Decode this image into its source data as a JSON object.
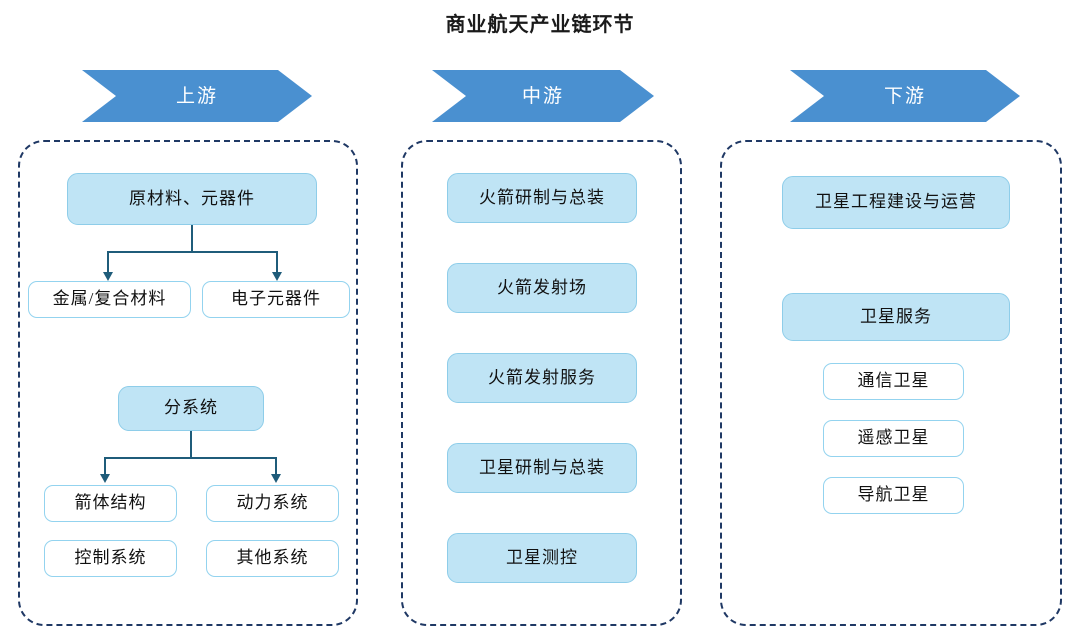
{
  "title": "商业航天产业链环节",
  "theme": {
    "banner_fill": "#4a90d0",
    "banner_text": "#ffffff",
    "node_fill": "#bfe4f5",
    "node_fill_border": "#8ecde9",
    "node_outline_border": "#93d3ef",
    "node_outline_fill": "#ffffff",
    "container_border": "#1f3864",
    "connector": "#1f5c7a",
    "title_color": "#1a1a1a",
    "background": "#ffffff"
  },
  "stages": [
    {
      "id": "upstream",
      "banner_label": "上游",
      "nodes": [
        {
          "id": "raw-materials",
          "label": "原材料、元器件",
          "style": "filled"
        },
        {
          "id": "metal-composite",
          "label": "金属/复合材料",
          "style": "outline"
        },
        {
          "id": "electronic-components",
          "label": "电子元器件",
          "style": "outline"
        },
        {
          "id": "subsystems",
          "label": "分系统",
          "style": "filled"
        },
        {
          "id": "rocket-body-structure",
          "label": "箭体结构",
          "style": "outline"
        },
        {
          "id": "propulsion-system",
          "label": "动力系统",
          "style": "outline"
        },
        {
          "id": "control-system",
          "label": "控制系统",
          "style": "outline"
        },
        {
          "id": "other-system",
          "label": "其他系统",
          "style": "outline"
        }
      ]
    },
    {
      "id": "midstream",
      "banner_label": "中游",
      "nodes": [
        {
          "id": "rocket-rnd-assembly",
          "label": "火箭研制与总装",
          "style": "filled"
        },
        {
          "id": "rocket-launch-site",
          "label": "火箭发射场",
          "style": "filled"
        },
        {
          "id": "rocket-launch-service",
          "label": "火箭发射服务",
          "style": "filled"
        },
        {
          "id": "satellite-rnd-assembly",
          "label": "卫星研制与总装",
          "style": "filled"
        },
        {
          "id": "satellite-tracking-control",
          "label": "卫星测控",
          "style": "filled"
        }
      ]
    },
    {
      "id": "downstream",
      "banner_label": "下游",
      "nodes": [
        {
          "id": "satellite-engineering-operation",
          "label": "卫星工程建设与运营",
          "style": "filled"
        },
        {
          "id": "satellite-service",
          "label": "卫星服务",
          "style": "filled"
        },
        {
          "id": "communication-satellite",
          "label": "通信卫星",
          "style": "outline"
        },
        {
          "id": "remote-sensing-satellite",
          "label": "遥感卫星",
          "style": "outline"
        },
        {
          "id": "navigation-satellite",
          "label": "导航卫星",
          "style": "outline"
        }
      ]
    }
  ],
  "connections": [
    {
      "from": "原材料、元器件",
      "to": "金属/复合材料"
    },
    {
      "from": "原材料、元器件",
      "to": "电子元器件"
    },
    {
      "from": "分系统",
      "to": "箭体结构"
    },
    {
      "from": "分系统",
      "to": "动力系统"
    }
  ]
}
